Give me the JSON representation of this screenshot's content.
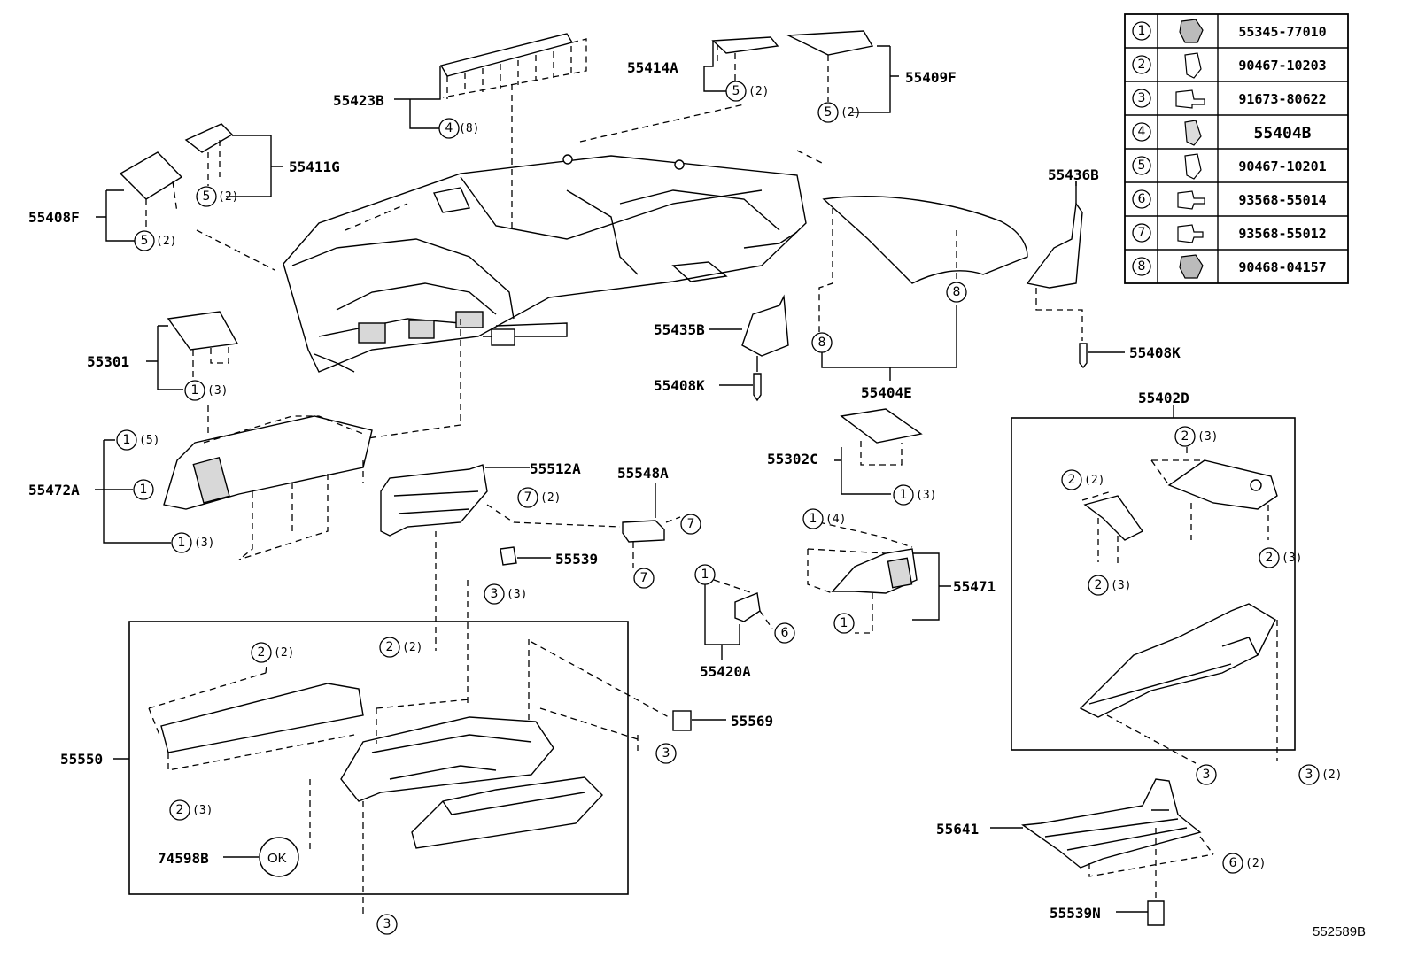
{
  "legend": [
    {
      "num": "1",
      "code": "55345-77010",
      "icon": "clip-icon"
    },
    {
      "num": "2",
      "code": "90467-10203",
      "icon": "clip-icon"
    },
    {
      "num": "3",
      "code": "91673-80622",
      "icon": "screw-icon"
    },
    {
      "num": "4",
      "code": "55404B",
      "icon": "clip-icon"
    },
    {
      "num": "5",
      "code": "90467-10201",
      "icon": "clip-icon"
    },
    {
      "num": "6",
      "code": "93568-55014",
      "icon": "screw-icon"
    },
    {
      "num": "7",
      "code": "93568-55012",
      "icon": "screw-icon"
    },
    {
      "num": "8",
      "code": "90468-04157",
      "icon": "clip-icon"
    }
  ],
  "labels": {
    "p55423B": "55423B",
    "p55414A": "55414A",
    "p55409F": "55409F",
    "p55411G": "55411G",
    "p55408F": "55408F",
    "p55436B": "55436B",
    "p55301": "55301",
    "p55435B": "55435B",
    "p55408K_a": "55408K",
    "p55408K_b": "55408K",
    "p55404E": "55404E",
    "p55402D": "55402D",
    "p55302C": "55302C",
    "p55472A": "55472A",
    "p55512A": "55512A",
    "p55548A": "55548A",
    "p55539": "55539",
    "p55471": "55471",
    "p55420A": "55420A",
    "p55569": "55569",
    "p55550": "55550",
    "p74598B": "74598B",
    "p55641": "55641",
    "p55539N": "55539N"
  },
  "quantities": {
    "q8": "(8)",
    "q2": "(2)",
    "q3": "(3)",
    "q4": "(4)",
    "q5": "(5)"
  },
  "reference": "552589B"
}
